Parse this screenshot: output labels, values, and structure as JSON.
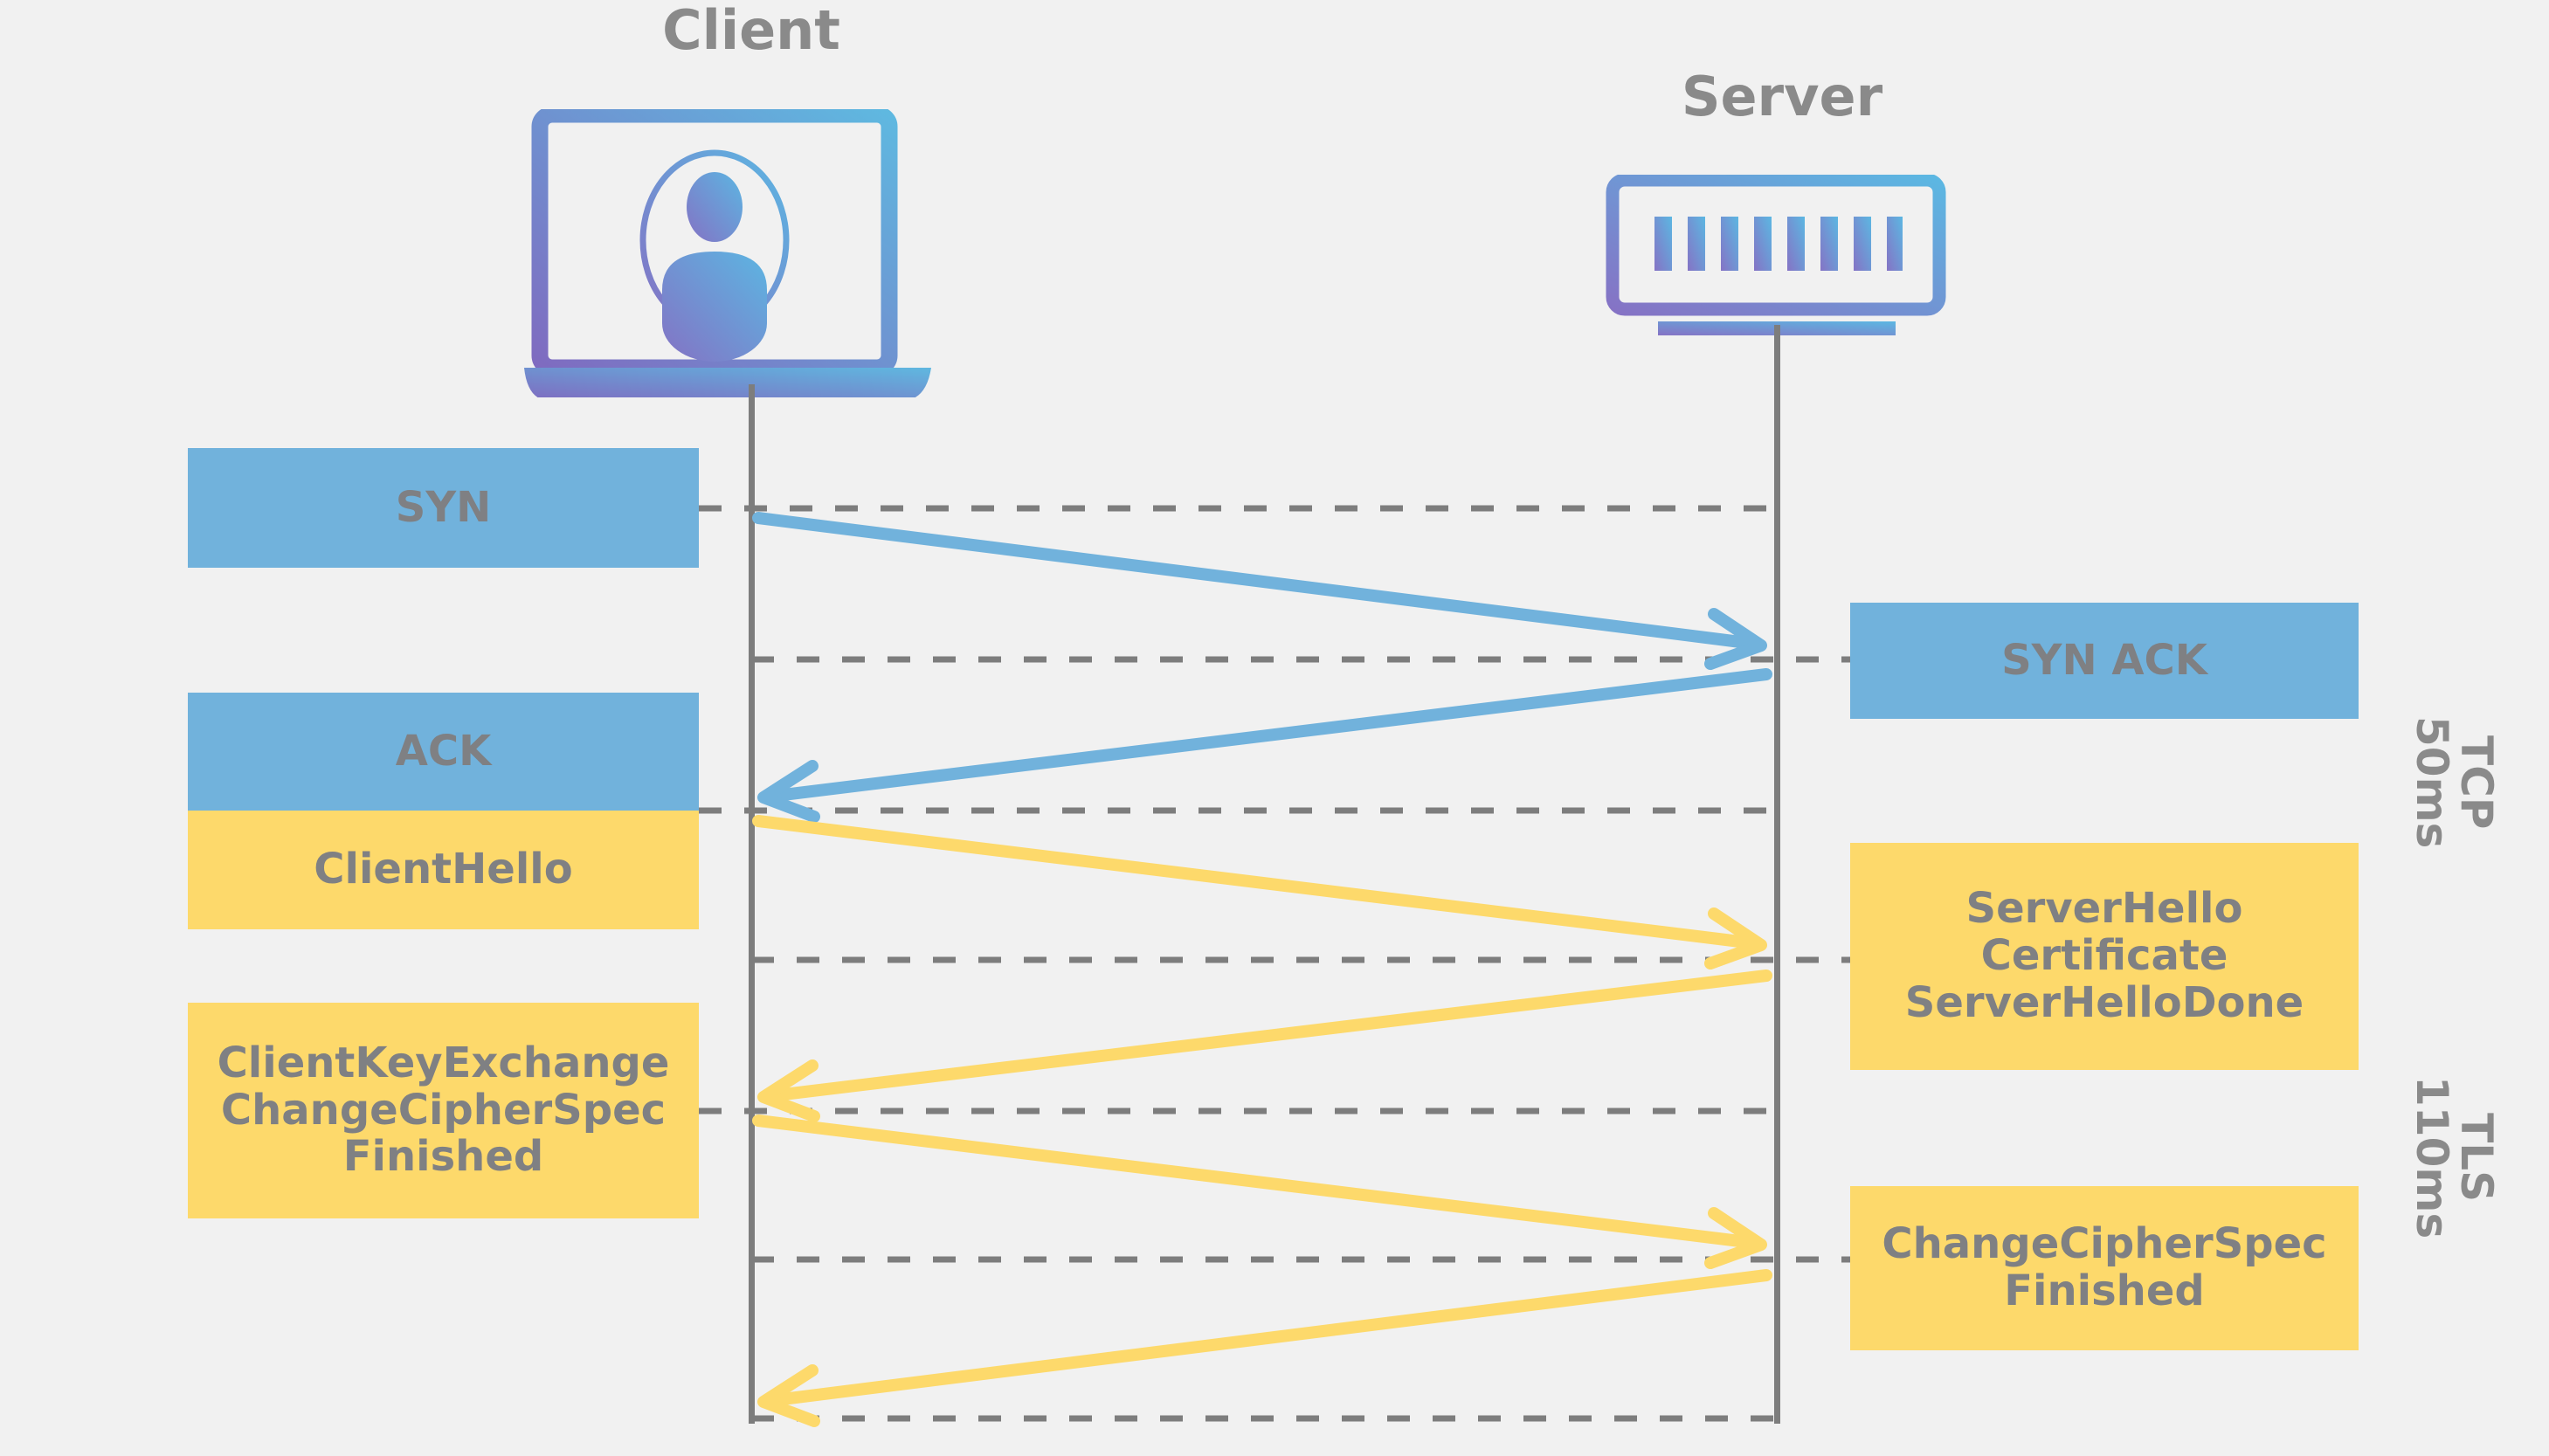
{
  "diagram": {
    "title_client": "Client",
    "title_server": "Server",
    "background_color": "#f1f1f1",
    "tcp_color": "#71b2dc",
    "tls_color": "#fdd96b",
    "text_color": "#7f8083",
    "line_color": "#7d7d7d"
  },
  "actors": [
    {
      "name": "client",
      "label": "Client",
      "icon": "laptop-user-icon"
    },
    {
      "name": "server",
      "label": "Server",
      "icon": "server-rack-icon"
    }
  ],
  "messages": [
    {
      "id": "syn",
      "label": "SYN",
      "side": "left",
      "phase": "TCP",
      "direction": "client-to-server"
    },
    {
      "id": "syn-ack",
      "label": "SYN ACK",
      "side": "right",
      "phase": "TCP",
      "direction": "server-to-client"
    },
    {
      "id": "ack",
      "label": "ACK",
      "side": "left",
      "phase": "TCP",
      "direction": "client-to-server"
    },
    {
      "id": "client-hello",
      "label": "ClientHello",
      "side": "left",
      "phase": "TLS",
      "direction": "client-to-server"
    },
    {
      "id": "server-hello",
      "label": "ServerHello\nCertificate\nServerHelloDone",
      "side": "right",
      "phase": "TLS",
      "direction": "server-to-client"
    },
    {
      "id": "client-key",
      "label": "ClientKeyExchange\nChangeCipherSpec\nFinished",
      "side": "left",
      "phase": "TLS",
      "direction": "client-to-server"
    },
    {
      "id": "server-ccs",
      "label": "ChangeCipherSpec\nFinished",
      "side": "right",
      "phase": "TLS",
      "direction": "server-to-client"
    }
  ],
  "phases": [
    {
      "id": "tcp",
      "protocol": "TCP",
      "duration": "50ms"
    },
    {
      "id": "tls",
      "protocol": "TLS",
      "duration": "110ms"
    }
  ]
}
